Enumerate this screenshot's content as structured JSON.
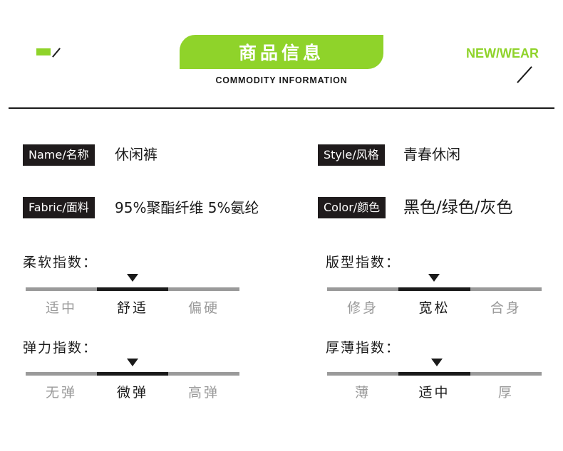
{
  "header": {
    "title": "商品信息",
    "subtitle": "COMMODITY INFORMATION",
    "brand": "NEW/WEAR",
    "accent_color": "#8fd32a"
  },
  "info": {
    "name": {
      "label": "Name/名称",
      "value": "休闲裤"
    },
    "style": {
      "label": "Style/风格",
      "value": "青春休闲"
    },
    "fabric": {
      "label": "Fabric/面料",
      "value": "95%聚酯纤维 5%氨纶"
    },
    "color": {
      "label": "Color/颜色",
      "value": "黑色/绿色/灰色"
    }
  },
  "scales": {
    "softness": {
      "title": "柔软指数：",
      "options": [
        "适中",
        "舒适",
        "偏硬"
      ],
      "selected_index": 1
    },
    "fit": {
      "title": "版型指数：",
      "options": [
        "修身",
        "宽松",
        "合身"
      ],
      "selected_index": 1
    },
    "elasticity": {
      "title": "弹力指数：",
      "options": [
        "无弹",
        "微弹",
        "高弹"
      ],
      "selected_index": 1
    },
    "thickness": {
      "title": "厚薄指数：",
      "options": [
        "薄",
        "适中",
        "厚"
      ],
      "selected_index": 1
    }
  }
}
